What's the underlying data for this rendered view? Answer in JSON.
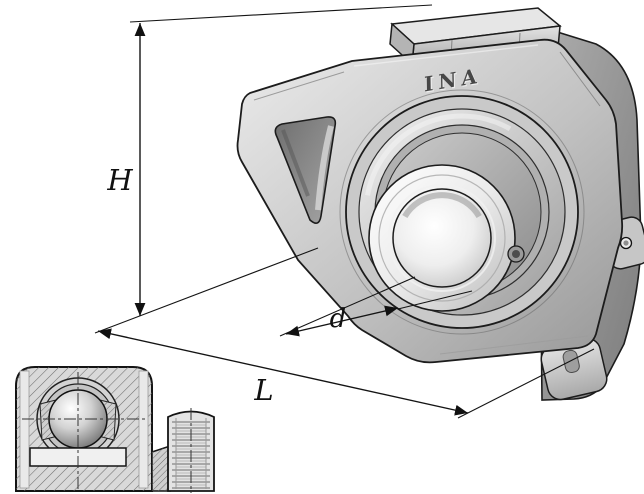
{
  "drawing": {
    "brand_mark": "INA",
    "dimension_labels": {
      "height": "H",
      "bore_diameter": "d",
      "length": "L"
    },
    "colors": {
      "background": "#ffffff",
      "line": "#141414",
      "metal_light": "#ececec",
      "metal_mid": "#bdbdbd",
      "metal_dark": "#8f8f8f",
      "brand_text": "#474747"
    }
  }
}
